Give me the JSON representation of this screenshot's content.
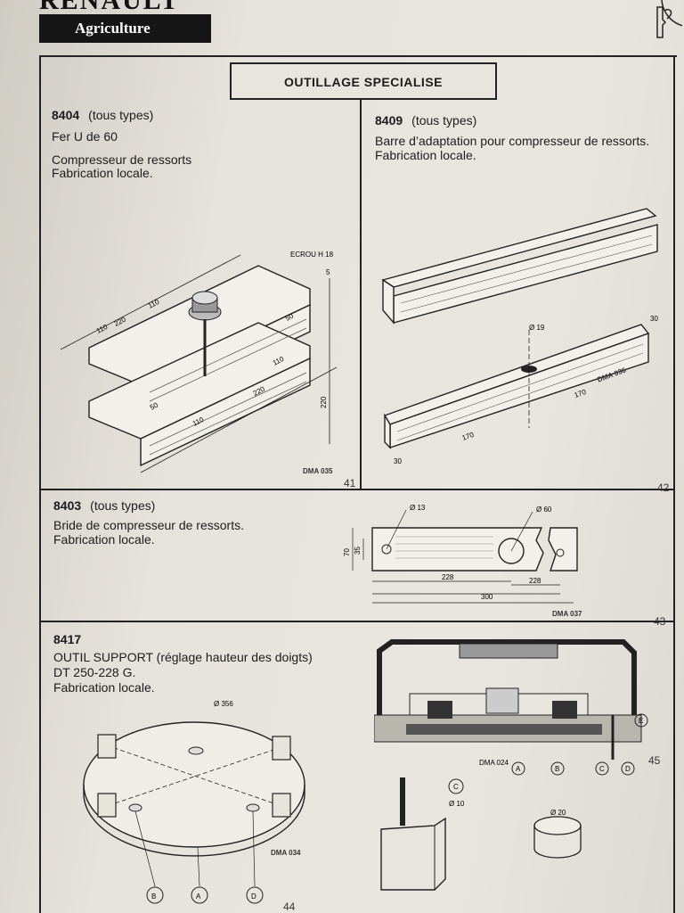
{
  "header": {
    "brand_name": "RENAULT",
    "brand_sub": "Agriculture",
    "section_icon": "wrench-screwdriver-icon"
  },
  "title": "OUTILLAGE SPECIALISE",
  "tools": [
    {
      "code": "8404",
      "types": "(tous types)",
      "lines": [
        "Fer U de 60",
        "Compresseur de ressorts",
        "Fabrication locale."
      ],
      "page": "41",
      "ref": "DMA 035",
      "dims": [
        "220",
        "110",
        "110",
        "220",
        "110",
        "110",
        "5",
        "50",
        "50",
        "220",
        "ECROU H 18"
      ]
    },
    {
      "code": "8409",
      "types": "(tous types)",
      "lines": [
        "Barre d’adaptation pour compresseur de ressorts.",
        "Fabrication locale."
      ],
      "page": "42",
      "ref": "DMA 036",
      "dims": [
        "Ø 19",
        "30",
        "170",
        "170",
        "30"
      ]
    },
    {
      "code": "8403",
      "types": "(tous types)",
      "lines": [
        "Bride de compresseur de ressorts.",
        "Fabrication locale."
      ],
      "page": "43",
      "ref": "DMA 037",
      "dims": [
        "Ø 13",
        "Ø 60",
        "70",
        "35",
        "228",
        "228",
        "300"
      ]
    },
    {
      "code": "8417",
      "types": "",
      "lines": [
        "OUTIL SUPPORT (réglage hauteur des doigts)",
        "DT 250-228 G.",
        "Fabrication locale."
      ],
      "page_a": "44",
      "page_b": "45",
      "ref_a": "DMA 034",
      "ref_b": "DMA 024",
      "callouts": [
        "A",
        "B",
        "C",
        "D",
        "E"
      ],
      "dims": [
        "Ø 356",
        "Ø 20",
        "Ø 10"
      ]
    }
  ]
}
